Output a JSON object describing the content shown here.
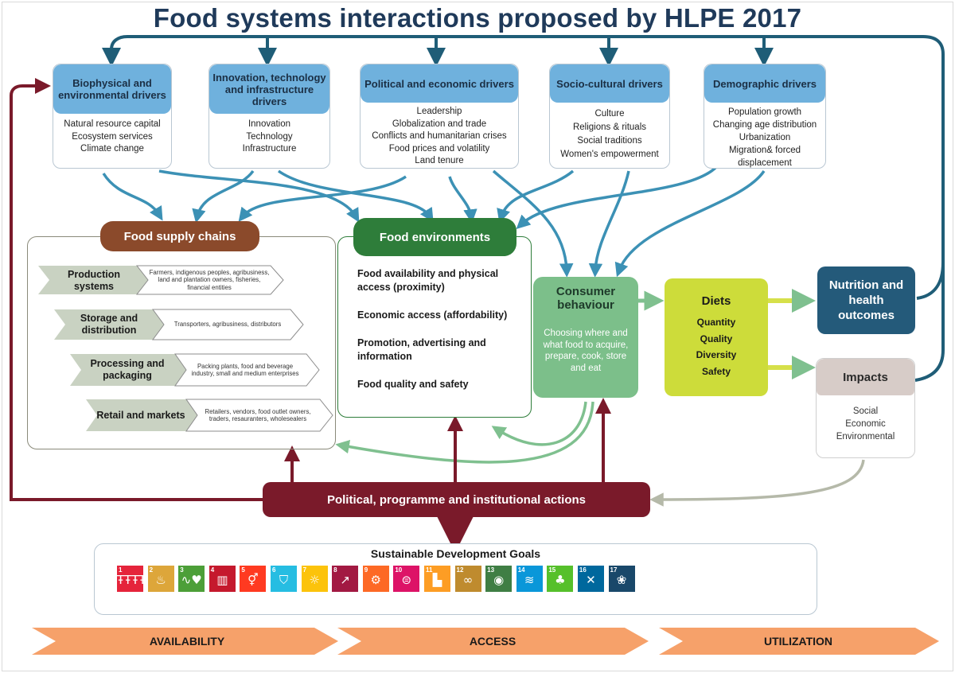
{
  "title": "Food systems interactions proposed by HLPE 2017",
  "drivers": [
    {
      "heading": "Biophysical and environmental drivers",
      "items": [
        "Natural resource capital",
        "Ecosystem services",
        "Climate change"
      ]
    },
    {
      "heading": "Innovation, technology and infrastructure drivers",
      "items": [
        "Innovation",
        "Technology",
        "Infrastructure"
      ]
    },
    {
      "heading": "Political and economic drivers",
      "items": [
        "Leadership",
        "Globalization and trade",
        "Conflicts and humanitarian crises",
        "Food prices and volatility",
        "Land tenure"
      ]
    },
    {
      "heading": "Socio-cultural drivers",
      "items": [
        "Culture",
        "Religions & rituals",
        "Social traditions",
        "Women's empowerment"
      ]
    },
    {
      "heading": "Demographic drivers",
      "items": [
        "Population growth",
        "Changing age distribution",
        "Urbanization",
        "Migration& forced displacement"
      ]
    }
  ],
  "supply_chains": {
    "heading": "Food supply chains",
    "stages": [
      {
        "label": "Production systems",
        "desc": "Farmers, indigenous peoples, agribusiness, land and plantation owners, fisheries, financial entities"
      },
      {
        "label": "Storage and distribution",
        "desc": "Transporters, agribusiness, distributors"
      },
      {
        "label": "Processing and packaging",
        "desc": "Packing plants, food and beverage industry, small and medium enterprises"
      },
      {
        "label": "Retail and markets",
        "desc": "Retailers, vendors, food outlet owners, traders, resauranters, wholesealers"
      }
    ]
  },
  "food_environments": {
    "heading": "Food environments",
    "items": [
      "Food availability and physical access (proximity)",
      "Economic access (affordability)",
      "Promotion, advertising and information",
      "Food quality and safety"
    ]
  },
  "consumer": {
    "heading": "Consumer behaviour",
    "desc": "Choosing where and what food to acquire, prepare, cook, store and eat"
  },
  "diets": {
    "heading": "Diets",
    "items": [
      "Quantity",
      "Quality",
      "Diversity",
      "Safety"
    ]
  },
  "nutrition": {
    "label": "Nutrition and health outcomes"
  },
  "impacts": {
    "heading": "Impacts",
    "items": [
      "Social",
      "Economic",
      "Environmental"
    ]
  },
  "actions": {
    "label": "Political, programme and institutional actions"
  },
  "sdg": {
    "heading": "Sustainable Development Goals",
    "goals": [
      {
        "num": "1",
        "color": "#e5243b",
        "glyph": "ŦŦŦŦ"
      },
      {
        "num": "2",
        "color": "#dda63a",
        "glyph": "♨"
      },
      {
        "num": "3",
        "color": "#4c9f38",
        "glyph": "∿♥"
      },
      {
        "num": "4",
        "color": "#c5192d",
        "glyph": "▥"
      },
      {
        "num": "5",
        "color": "#ff3a21",
        "glyph": "⚥"
      },
      {
        "num": "6",
        "color": "#26bde2",
        "glyph": "⛉"
      },
      {
        "num": "7",
        "color": "#fcc30b",
        "glyph": "☼"
      },
      {
        "num": "8",
        "color": "#a21942",
        "glyph": "↗"
      },
      {
        "num": "9",
        "color": "#fd6925",
        "glyph": "⚙"
      },
      {
        "num": "10",
        "color": "#dd1367",
        "glyph": "⊜"
      },
      {
        "num": "11",
        "color": "#fd9d24",
        "glyph": "▙"
      },
      {
        "num": "12",
        "color": "#bf8b2e",
        "glyph": "∞"
      },
      {
        "num": "13",
        "color": "#3f7e44",
        "glyph": "◉"
      },
      {
        "num": "14",
        "color": "#0a97d9",
        "glyph": "≋"
      },
      {
        "num": "15",
        "color": "#56c02b",
        "glyph": "♣"
      },
      {
        "num": "16",
        "color": "#00689d",
        "glyph": "✕"
      },
      {
        "num": "17",
        "color": "#19486a",
        "glyph": "❀"
      }
    ]
  },
  "pillars": [
    "AVAILABILITY",
    "ACCESS",
    "UTILIZATION"
  ],
  "colors": {
    "title": "#1f3a5a",
    "driver_head": "#6fb1dd",
    "teal_arrow": "#2a7d9c",
    "supply_pill": "#8b4a2b",
    "food_env_pill": "#2e7d3a",
    "consumer": "#7cbf8a",
    "diets": "#cddc3a",
    "nutrition": "#245a7a",
    "impacts": "#d7ccc8",
    "actions": "#7a1a2a",
    "pillar": "#f6a16a"
  }
}
